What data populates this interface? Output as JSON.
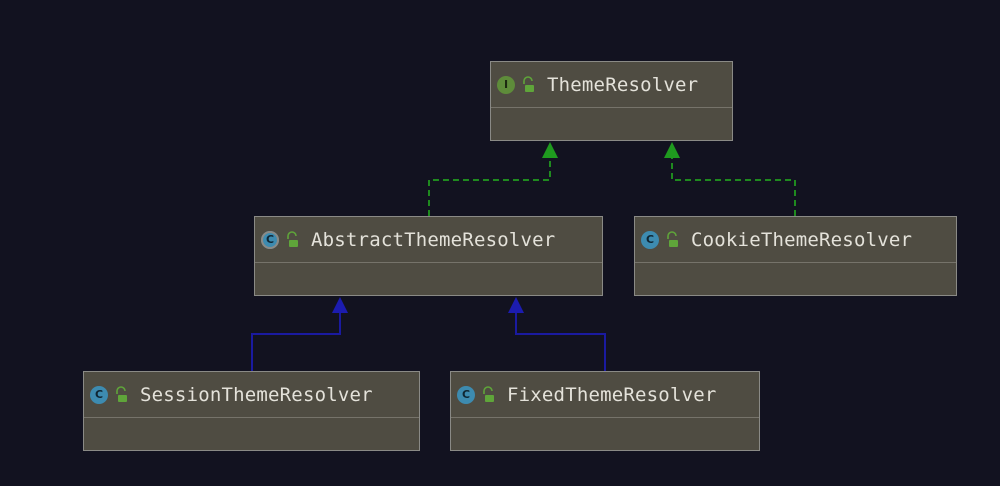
{
  "nodes": {
    "theme_resolver": {
      "name": "ThemeResolver",
      "kind": "I",
      "kind_name": "interface"
    },
    "abstract_theme_resolver": {
      "name": "AbstractThemeResolver",
      "kind": "C",
      "kind_name": "abstract-class"
    },
    "cookie_theme_resolver": {
      "name": "CookieThemeResolver",
      "kind": "C",
      "kind_name": "class"
    },
    "session_theme_resolver": {
      "name": "SessionThemeResolver",
      "kind": "C",
      "kind_name": "class"
    },
    "fixed_theme_resolver": {
      "name": "FixedThemeResolver",
      "kind": "C",
      "kind_name": "class"
    }
  },
  "edges": [
    {
      "from": "AbstractThemeResolver",
      "to": "ThemeResolver",
      "type": "implements"
    },
    {
      "from": "CookieThemeResolver",
      "to": "ThemeResolver",
      "type": "implements"
    },
    {
      "from": "SessionThemeResolver",
      "to": "AbstractThemeResolver",
      "type": "extends"
    },
    {
      "from": "FixedThemeResolver",
      "to": "AbstractThemeResolver",
      "type": "extends"
    }
  ],
  "colors": {
    "background": "#121220",
    "node_fill": "#4f4c42",
    "node_border": "#8a8a86",
    "text": "#e4e2da",
    "implements_edge": "#1f8a1f",
    "extends_edge": "#1a1aa0",
    "interface_badge": "#5e8c3a",
    "class_badge": "#3d8bb0",
    "lock_icon": "#5fa53a"
  }
}
